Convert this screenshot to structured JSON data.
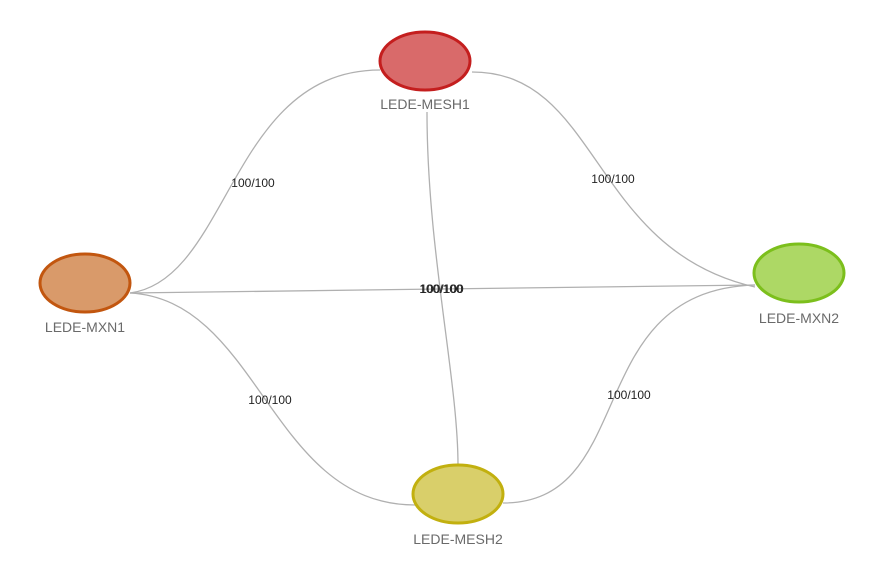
{
  "nodes": [
    {
      "id": "mesh1",
      "label": "LEDE-MESH1",
      "fill": "#d96a6a",
      "stroke": "#c41e1e"
    },
    {
      "id": "mxn1",
      "label": "LEDE-MXN1",
      "fill": "#d99a6a",
      "stroke": "#c2560f"
    },
    {
      "id": "mxn2",
      "label": "LEDE-MXN2",
      "fill": "#add865",
      "stroke": "#7cbf1c"
    },
    {
      "id": "mesh2",
      "label": "LEDE-MESH2",
      "fill": "#d9cf6a",
      "stroke": "#c2b00f"
    }
  ],
  "edges": [
    {
      "id": "mxn1-mesh1",
      "label": "100/100"
    },
    {
      "id": "mesh1-mxn2",
      "label": "100/100"
    },
    {
      "id": "mxn1-mxn2",
      "label": "100/100"
    },
    {
      "id": "mesh1-mesh2",
      "label": "100/100"
    },
    {
      "id": "mxn1-mesh2",
      "label": "100/100"
    },
    {
      "id": "mesh2-mxn2",
      "label": "100/100"
    }
  ]
}
